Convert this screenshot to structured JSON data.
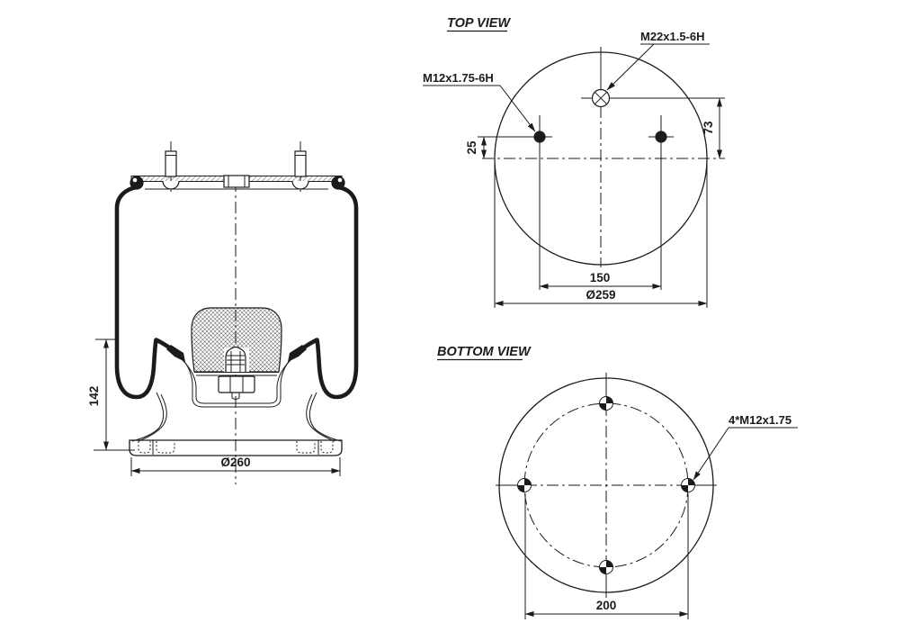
{
  "drawing": {
    "background": "#ffffff",
    "line_color": "#1b1b1b"
  },
  "side_view": {
    "dim_height": "142",
    "dim_base_diameter": "Ø260"
  },
  "top_view": {
    "title": "TOP VIEW",
    "port_thread_label": "M22x1.5-6H",
    "stud_thread_label": "M12x1.75-6H",
    "dim_stud_offset": "25",
    "dim_port_offset": "73",
    "dim_stud_spacing": "150",
    "dim_plate_diameter": "Ø259"
  },
  "bottom_view": {
    "title": "BOTTOM VIEW",
    "holes_label": "4*M12x1.75",
    "dim_bolt_circle": "200"
  }
}
